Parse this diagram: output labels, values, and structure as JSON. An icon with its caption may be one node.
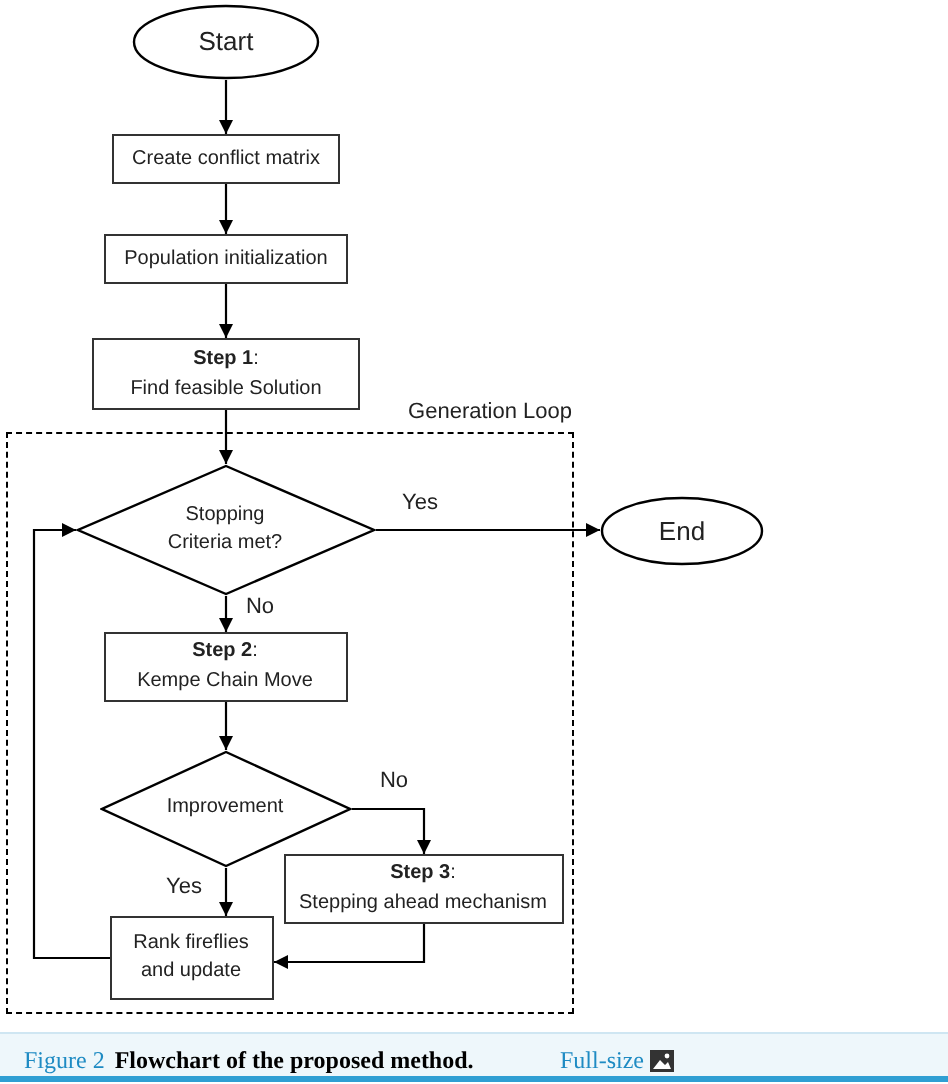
{
  "diagram": {
    "caption": "Flowchart of the proposed method.",
    "nodes": [
      {
        "text": [
          "Start"
        ]
      },
      {
        "text": [
          "Create conflict matrix"
        ]
      },
      {
        "text": [
          "Population initialization"
        ]
      },
      {
        "text": [
          "**Step 1**:",
          "Find feasible Solution"
        ]
      },
      {
        "text": [
          "Generation Loop"
        ]
      },
      {
        "text": [
          "Stopping Criteria met?"
        ],
        "in": 4
      },
      {
        "text": [
          "End"
        ]
      },
      {
        "text": [
          "**Step 2**:",
          "Kempe Chain Move"
        ],
        "in": 4
      },
      {
        "text": [
          "Improvement"
        ],
        "in": 4
      },
      {
        "text": [
          "**Step 3**:",
          "Stepping ahead mechanism"
        ],
        "in": 4
      },
      {
        "text": [
          "Rank fireflies and update"
        ],
        "in": 4
      }
    ],
    "edges": [
      {
        "from": 0,
        "to": 1,
        "arrow": "to"
      },
      {
        "from": 1,
        "to": 2,
        "arrow": "to"
      },
      {
        "from": 2,
        "to": 3,
        "arrow": "to"
      },
      {
        "from": 3,
        "to": 5,
        "arrow": "to"
      },
      {
        "from": 5,
        "to": 6,
        "arrow": "to",
        "label": "Yes"
      },
      {
        "from": 5,
        "to": 7,
        "arrow": "to",
        "label": "No"
      },
      {
        "from": 7,
        "to": 8,
        "arrow": "to"
      },
      {
        "from": 8,
        "to": 9,
        "arrow": "to",
        "label": "No"
      },
      {
        "from": 8,
        "to": 10,
        "arrow": "to",
        "label": "Yes"
      },
      {
        "from": 9,
        "to": 10,
        "arrow": "to"
      },
      {
        "from": 10,
        "to": 5,
        "arrow": "to"
      }
    ],
    "labels": [
      "Figure 2",
      "Full-size"
    ]
  }
}
